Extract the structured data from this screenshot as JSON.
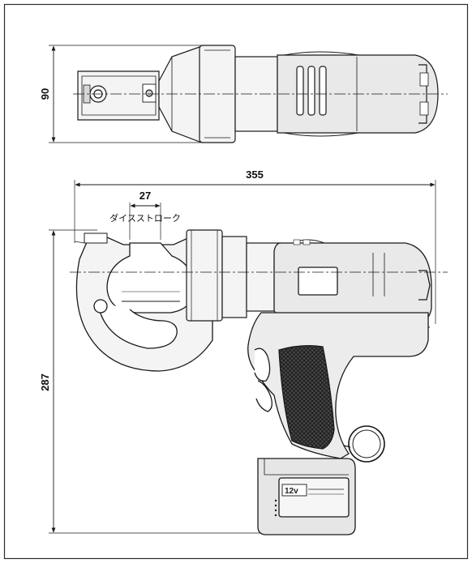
{
  "dimensions": {
    "top_height": "90",
    "total_length": "355",
    "die_stroke_value": "27",
    "die_stroke_label": "ダイスストローク",
    "total_height": "287"
  },
  "battery": {
    "voltage_label": "12v"
  },
  "colors": {
    "line": "#1a1a1a",
    "body_fill": "#e9e9e9",
    "tool_fill": "#f4f4f4",
    "grip": "#3a3a3a",
    "frame": "#2b2b2b"
  }
}
